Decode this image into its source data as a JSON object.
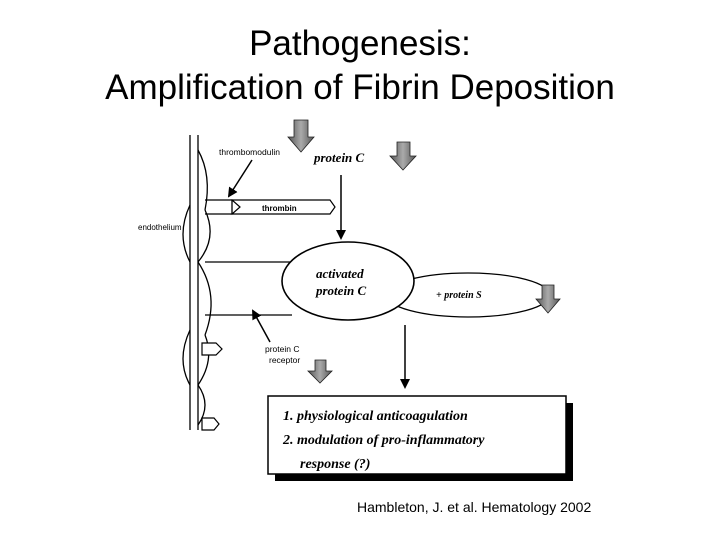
{
  "slide": {
    "title_line1": "Pathogenesis:",
    "title_line2": "Amplification of Fibrin Deposition",
    "citation": "Hambleton, J. et al. Hematology 2002"
  },
  "diagram": {
    "labels": {
      "thrombomodulin": "thrombomodulin",
      "protein_c": "protein C",
      "thrombin": "thrombin",
      "endothelium": "endothelium",
      "activated_line1": "activated",
      "activated_line2": "protein C",
      "protein_s": "+ protein S",
      "receptor_line1": "protein C",
      "receptor_line2": "receptor"
    },
    "outcomes": [
      "1.  physiological anticoagulation",
      "2. modulation of pro-inflammatory",
      "response (?)"
    ]
  }
}
